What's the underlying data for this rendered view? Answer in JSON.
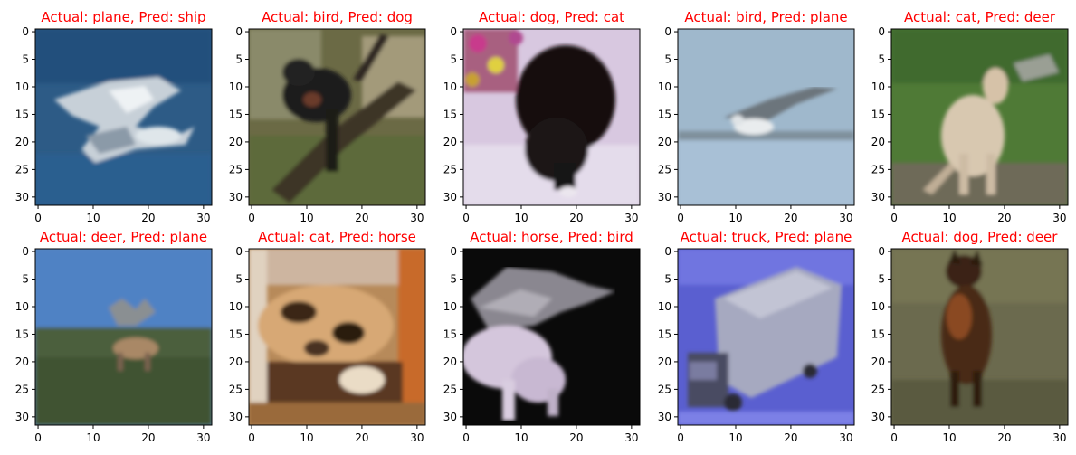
{
  "figure": {
    "title_color": "#ff0000",
    "panels": [
      {
        "title": "Actual: plane, Pred: ship",
        "actual": "plane",
        "pred": "ship",
        "scene": "plane-on-water"
      },
      {
        "title": "Actual: bird, Pred: dog",
        "actual": "bird",
        "pred": "dog",
        "scene": "bird-on-branch"
      },
      {
        "title": "Actual: dog, Pred: cat",
        "actual": "dog",
        "pred": "cat",
        "scene": "black-dog-flowers"
      },
      {
        "title": "Actual: bird, Pred: plane",
        "actual": "bird",
        "pred": "plane",
        "scene": "bird-flying-over-water"
      },
      {
        "title": "Actual: cat, Pred: deer",
        "actual": "cat",
        "pred": "deer",
        "scene": "cat-on-grass"
      },
      {
        "title": "Actual: deer, Pred: plane",
        "actual": "deer",
        "pred": "plane",
        "scene": "deer-in-field"
      },
      {
        "title": "Actual: cat, Pred: horse",
        "actual": "cat",
        "pred": "horse",
        "scene": "cat-closeup-orange"
      },
      {
        "title": "Actual: horse, Pred: bird",
        "actual": "horse",
        "pred": "bird",
        "scene": "horse-on-black"
      },
      {
        "title": "Actual: truck, Pred: plane",
        "actual": "truck",
        "pred": "plane",
        "scene": "truck-on-blue"
      },
      {
        "title": "Actual: dog, Pred: deer",
        "actual": "dog",
        "pred": "deer",
        "scene": "dog-in-grass"
      }
    ],
    "x_ticks": [
      "0",
      "10",
      "20",
      "30"
    ],
    "y_ticks": [
      "0",
      "5",
      "10",
      "15",
      "20",
      "25",
      "30"
    ]
  }
}
